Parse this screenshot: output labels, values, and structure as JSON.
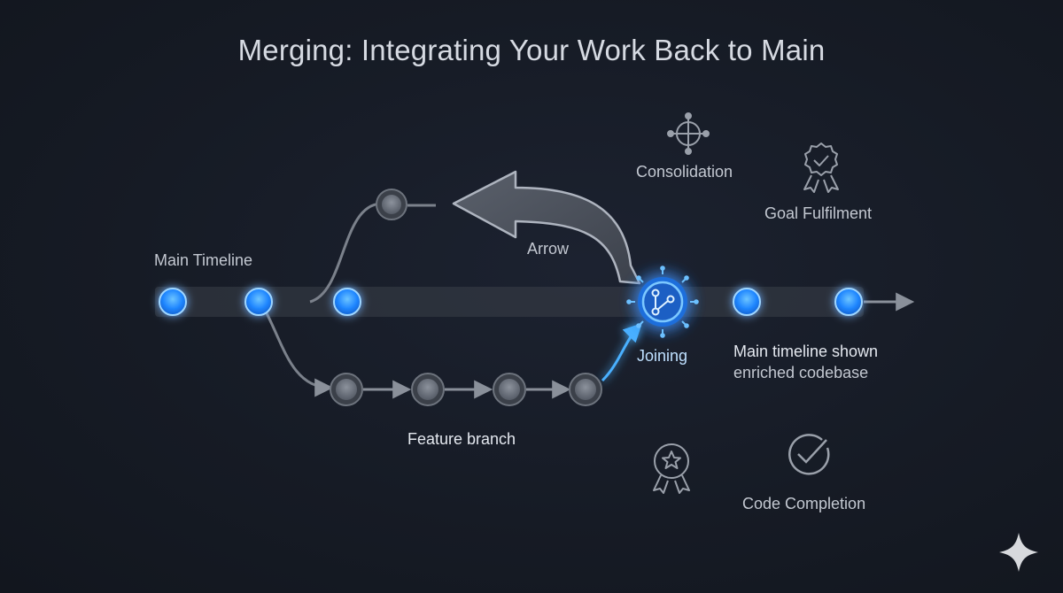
{
  "title": "Merging: Integrating Your Work Back to Main",
  "labels": {
    "main_timeline": "Main Timeline",
    "arrow": "Arrow",
    "joining": "Joining",
    "feature_branch": "Feature branch",
    "result_line1": "Main timeline shown",
    "result_line2": "enriched codebase",
    "consolidation": "Consolidation",
    "goal_fulfilment": "Goal Fulfilment",
    "code_completion": "Code Completion"
  },
  "icons": {
    "consolidation": "crosshair-nodes-icon",
    "goal_fulfilment": "award-check-icon",
    "star_award": "award-star-icon",
    "code_completion": "check-circle-icon",
    "merge_node": "merge-icon",
    "sparkle": "sparkle-icon"
  },
  "colors": {
    "background": "#161b25",
    "accent_blue": "#2f8dff",
    "glow_blue": "#3aa0ff",
    "gray_node": "#5b616c",
    "text": "#c3c8d1"
  }
}
